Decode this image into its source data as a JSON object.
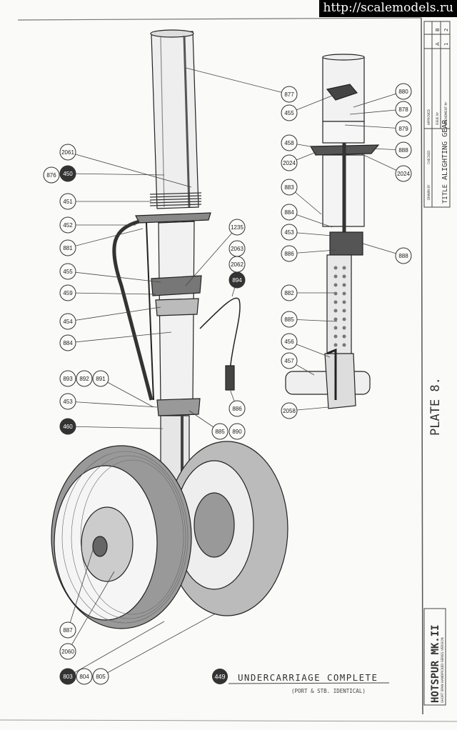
{
  "watermark": "http://scalemodels.ru",
  "title_block": {
    "title_prefix": "TITLE",
    "title": "ALIGHTING GEAR",
    "drawn_by_label": "DRAWN BY",
    "checked_label": "CHECKED",
    "approved_label": "APPROVED",
    "issue_no_label": "ISSUE Nº",
    "issue_values": [
      "A",
      "B"
    ],
    "amendment_label": "AMENDMENT Nº",
    "amendment_values": [
      "1",
      "2"
    ]
  },
  "plate": "PLATE 8.",
  "aircraft": {
    "name": "HOTSPUR MK.II",
    "subtitle": "SHORT SPAN HANDPICKED SERIES VERSION"
  },
  "assembly": {
    "number": "449",
    "title": "UNDERCARRIAGE COMPLETE",
    "subtitle": "(PORT & STB. IDENTICAL)"
  },
  "callouts": [
    {
      "label": "876",
      "filled": false
    },
    {
      "label": "450",
      "filled": true
    },
    {
      "label": "2061",
      "filled": false
    },
    {
      "label": "451",
      "filled": false
    },
    {
      "label": "452",
      "filled": false
    },
    {
      "label": "881",
      "filled": false
    },
    {
      "label": "455",
      "filled": false
    },
    {
      "label": "459",
      "filled": false
    },
    {
      "label": "454",
      "filled": false
    },
    {
      "label": "884",
      "filled": false
    },
    {
      "label": "893",
      "filled": false
    },
    {
      "label": "892",
      "filled": false
    },
    {
      "label": "891",
      "filled": false
    },
    {
      "label": "453",
      "filled": false
    },
    {
      "label": "460",
      "filled": true
    },
    {
      "label": "887",
      "filled": false
    },
    {
      "label": "2060",
      "filled": false
    },
    {
      "label": "803",
      "filled": true
    },
    {
      "label": "804",
      "filled": false
    },
    {
      "label": "805",
      "filled": false
    },
    {
      "label": "1235",
      "filled": false
    },
    {
      "label": "2063",
      "filled": false
    },
    {
      "label": "2062",
      "filled": false
    },
    {
      "label": "894",
      "filled": true
    },
    {
      "label": "886",
      "filled": false
    },
    {
      "label": "885",
      "filled": false
    },
    {
      "label": "890",
      "filled": false
    },
    {
      "label": "877",
      "filled": false
    },
    {
      "label": "455",
      "filled": false
    },
    {
      "label": "880",
      "filled": false
    },
    {
      "label": "878",
      "filled": false
    },
    {
      "label": "879",
      "filled": false
    },
    {
      "label": "458",
      "filled": false
    },
    {
      "label": "2024",
      "filled": false
    },
    {
      "label": "888",
      "filled": false
    },
    {
      "label": "2024",
      "filled": false
    },
    {
      "label": "883",
      "filled": false
    },
    {
      "label": "884",
      "filled": false
    },
    {
      "label": "453",
      "filled": false
    },
    {
      "label": "886",
      "filled": false
    },
    {
      "label": "888",
      "filled": false
    },
    {
      "label": "882",
      "filled": false
    },
    {
      "label": "885",
      "filled": false
    },
    {
      "label": "456",
      "filled": false
    },
    {
      "label": "457",
      "filled": false
    },
    {
      "label": "2058",
      "filled": false
    }
  ],
  "colors": {
    "ink": "#2a2a2a",
    "paper": "#fafaf8"
  }
}
